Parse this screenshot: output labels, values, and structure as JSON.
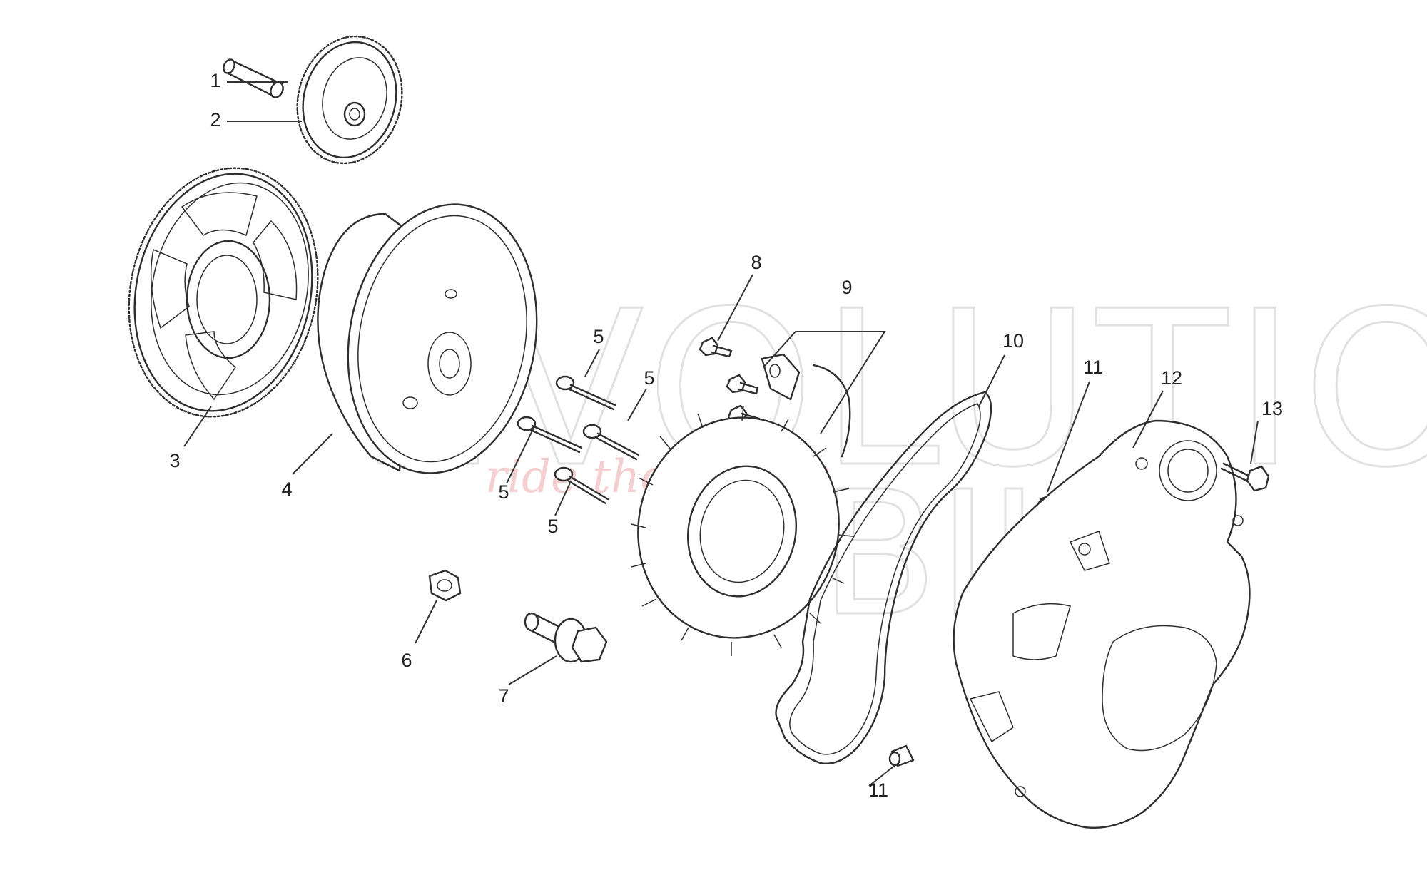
{
  "watermark": {
    "line1": "EVOLUTION",
    "line2": "BIKE",
    "tagline": "ride the power"
  },
  "callouts": {
    "c1": "1",
    "c2": "2",
    "c3": "3",
    "c4": "4",
    "c5a": "5",
    "c5b": "5",
    "c5c": "5",
    "c5d": "5",
    "c6": "6",
    "c7": "7",
    "c8": "8",
    "c9": "9",
    "c10": "10",
    "c11a": "11",
    "c11b": "11",
    "c12": "12",
    "c13": "13"
  }
}
